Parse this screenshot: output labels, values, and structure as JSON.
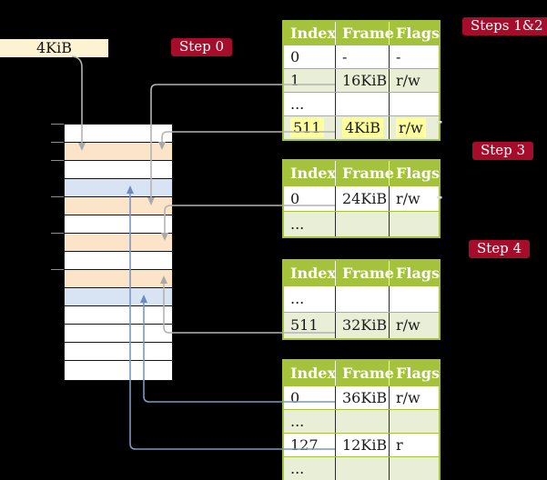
{
  "legend": {
    "page_size_label": "4KiB"
  },
  "badges": {
    "step0": "Step 0",
    "steps12": "Steps 1&2",
    "step3": "Step 3",
    "step4": "Step 4"
  },
  "memory": {
    "rows": [
      {
        "fill": "white"
      },
      {
        "fill": "orange"
      },
      {
        "fill": "white"
      },
      {
        "fill": "blue"
      },
      {
        "fill": "orange"
      },
      {
        "fill": "white"
      },
      {
        "fill": "orange"
      },
      {
        "fill": "white"
      },
      {
        "fill": "orange"
      },
      {
        "fill": "blue"
      },
      {
        "fill": "white"
      },
      {
        "fill": "white"
      },
      {
        "fill": "white"
      },
      {
        "fill": "white"
      }
    ]
  },
  "tables": {
    "t1": {
      "headers": [
        "Index",
        "Frame",
        "Flags"
      ],
      "rows": [
        {
          "index": "0",
          "frame": "-",
          "flags": "-"
        },
        {
          "index": "1",
          "frame": "16KiB",
          "flags": "r/w"
        },
        {
          "index": "...",
          "frame": "",
          "flags": ""
        },
        {
          "index": "511",
          "frame": "4KiB",
          "flags": "r/w",
          "highlight": true
        }
      ]
    },
    "t2": {
      "headers": [
        "Index",
        "Frame",
        "Flags"
      ],
      "rows": [
        {
          "index": "0",
          "frame": "24KiB",
          "flags": "r/w"
        },
        {
          "index": "...",
          "frame": "",
          "flags": ""
        }
      ]
    },
    "t3": {
      "headers": [
        "Index",
        "Frame",
        "Flags"
      ],
      "rows": [
        {
          "index": "...",
          "frame": "",
          "flags": ""
        },
        {
          "index": "511",
          "frame": "32KiB",
          "flags": "r/w"
        }
      ]
    },
    "t4": {
      "headers": [
        "Index",
        "Frame",
        "Flags"
      ],
      "rows": [
        {
          "index": "0",
          "frame": "36KiB",
          "flags": "r/w"
        },
        {
          "index": "...",
          "frame": "",
          "flags": ""
        },
        {
          "index": "127",
          "frame": "12KiB",
          "flags": "r"
        },
        {
          "index": "...",
          "frame": "",
          "flags": ""
        }
      ]
    }
  },
  "arrows": [
    {
      "from": "4KiB label",
      "to": "memory frame 4KiB",
      "color": "gray"
    },
    {
      "from": "table1 entry 1 (16KiB)",
      "to": "memory frame 16KiB",
      "color": "gray"
    },
    {
      "from": "table1 entry 511 (4KiB)",
      "to": "memory frame 4KiB",
      "color": "gray"
    },
    {
      "from": "table2 entry 0 (24KiB)",
      "to": "memory frame 24KiB",
      "color": "gray"
    },
    {
      "from": "table3 entry 511 (32KiB)",
      "to": "memory frame 32KiB",
      "color": "gray"
    },
    {
      "from": "table4 entry 0 (36KiB)",
      "to": "memory frame 36KiB",
      "color": "blue"
    },
    {
      "from": "table4 entry 127 (12KiB)",
      "to": "memory frame 12KiB",
      "color": "blue"
    }
  ],
  "colors": {
    "background": "#000000",
    "badge_red": "#a60d2b",
    "header_green": "#a4c23c",
    "row_green": "#e9efd6",
    "frame_orange": "#fce4c9",
    "frame_blue": "#d8e3f4",
    "label_cream": "#fdf3d3",
    "highlight_yellow": "#ffff9e",
    "gray_arrow": "#b4b4b4",
    "blue_arrow": "#7b97c4"
  }
}
